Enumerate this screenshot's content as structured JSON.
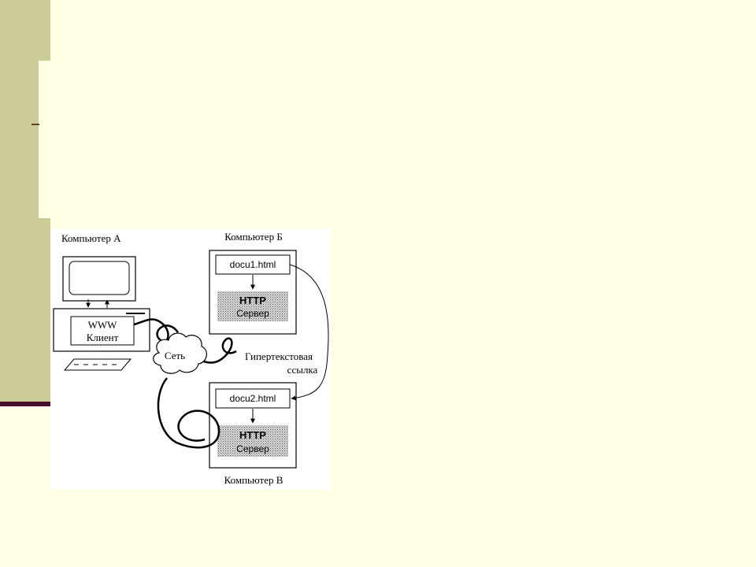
{
  "diagram": {
    "computer_a": {
      "label": "Компьютер А",
      "client_line1": "WWW",
      "client_line2": "Клиент"
    },
    "computer_b": {
      "label": "Компьютер Б",
      "document": "docu1.html",
      "server_line1": "HTTP",
      "server_line2": "Сервер"
    },
    "computer_c": {
      "label": "Компьютер В",
      "document": "docu2.html",
      "server_line1": "HTTP",
      "server_line2": "Сервер"
    },
    "network_label": "Сеть",
    "hyperlink_line1": "Гипертекстовая",
    "hyperlink_line2": "ссылка"
  }
}
